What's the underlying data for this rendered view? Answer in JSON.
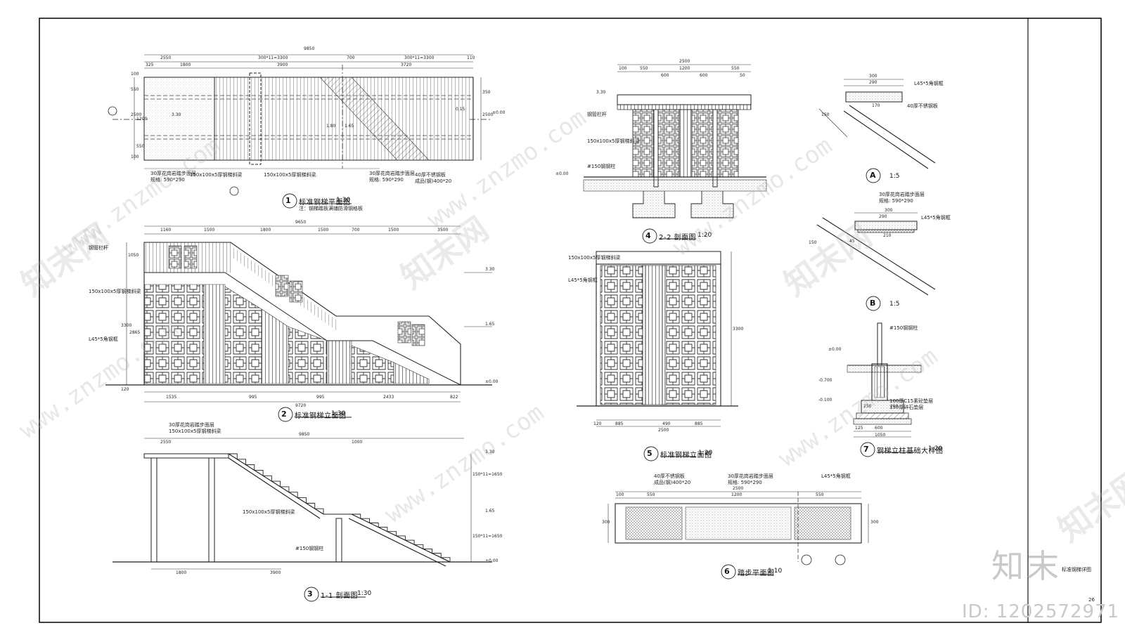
{
  "drawings": {
    "d1": {
      "number": "1",
      "title": "标准钢梯平面图",
      "scale": "1:30",
      "note": "注：钢梯踏板满铺防滑钢格板",
      "dims": [
        "9850",
        "2550",
        "300*11=3300",
        "700",
        "300*11=3300",
        "110",
        "325",
        "1800",
        "3900",
        "3720",
        "100",
        "550",
        "2500",
        "1200",
        "550",
        "100",
        "350",
        "3.30",
        "1.80",
        "1.65",
        "0.15",
        "±0.00"
      ]
    },
    "d2": {
      "number": "2",
      "title": "标准钢梯立面图",
      "scale": "1:30",
      "dims": [
        "9650",
        "1160",
        "1500",
        "1800",
        "1500",
        "700",
        "1500",
        "3500",
        "1050",
        "3300",
        "2865",
        "120",
        "1535",
        "995",
        "995",
        "2433",
        "822",
        "9720",
        "3.30",
        "1.65",
        "±0.00"
      ]
    },
    "d3": {
      "number": "3",
      "title": "1-1 剖面图",
      "scale": "1:30",
      "dims": [
        "9850",
        "2550",
        "1000",
        "1800",
        "3900",
        "150*11=1650",
        "3.30",
        "1.65",
        "±0.00"
      ]
    },
    "d4": {
      "number": "4",
      "title": "2-2 剖面图",
      "scale": "1:20",
      "dims": [
        "2500",
        "100",
        "550",
        "1200",
        "600",
        "50",
        "3.30",
        "±0.00"
      ]
    },
    "d5": {
      "number": "5",
      "title": "标准钢梯立面图",
      "scale": "1:20",
      "dims": [
        "3300",
        "120",
        "885",
        "490",
        "2500"
      ]
    },
    "d6": {
      "number": "6",
      "title": "踏步平面图",
      "scale": "1:10",
      "dims": [
        "2500",
        "100",
        "550",
        "1200",
        "300"
      ]
    },
    "d7": {
      "number": "7",
      "title": "钢梯立柱基础大样图",
      "scale": "1:20",
      "dims": [
        "±0.00",
        "-0.700",
        "-0.100",
        "250",
        "1050",
        "300",
        "125",
        "600",
        "100"
      ]
    },
    "dA": {
      "number": "A",
      "scale": "1:5",
      "dims": [
        "300",
        "290",
        "170",
        "150"
      ]
    },
    "dB": {
      "number": "B",
      "scale": "1:5",
      "dims": [
        "300",
        "290",
        "210",
        "45",
        "150"
      ]
    }
  },
  "labels": {
    "tread1": "30厚花岗岩踏步面层",
    "tread2": "规格: 590*290",
    "tread3": "150x100x5厚钢梯斜梁",
    "tread4": "40厚不锈钢板",
    "tread5": "成品(钢)400*20",
    "post": "#150钢钢柱",
    "rail": "钢管栏杆",
    "grid": "L45*5角钢框",
    "found1": "100厚C15素砼垫层",
    "found2": "150厚碎石垫层"
  },
  "watermark": {
    "site": "www.znzmo.com",
    "brand": "知末网"
  },
  "brand": {
    "logo": "知末",
    "id": "ID: 1202572971"
  },
  "sheet_label": "标准钢梯详图",
  "page_no": "26"
}
